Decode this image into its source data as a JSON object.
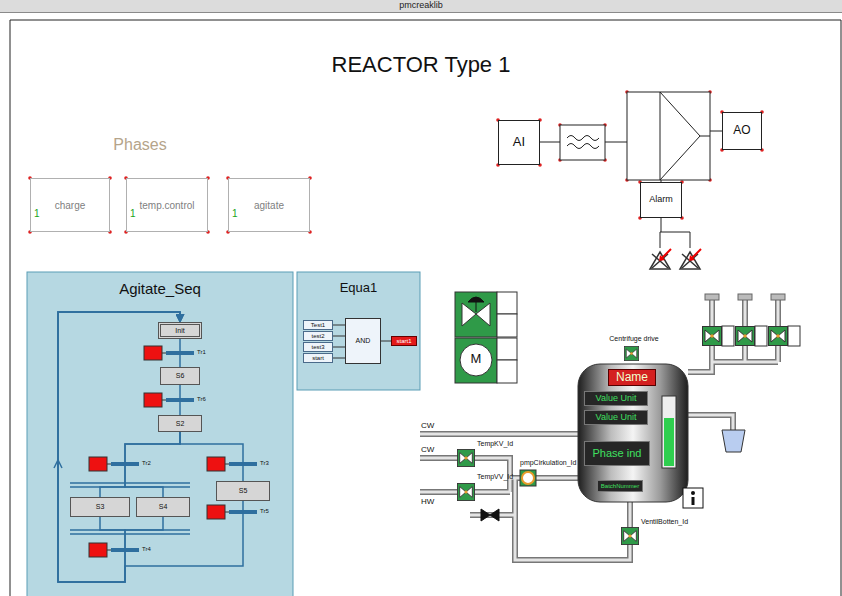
{
  "diagram": {
    "title": "REACTOR Type 1",
    "nodes": [
      {
        "text": [
          "pmcreaklib"
        ]
      },
      {
        "text": [
          "charge",
          "1"
        ]
      },
      {
        "text": [
          "temp.control",
          "1"
        ]
      },
      {
        "text": [
          "agitate",
          "1"
        ]
      },
      {
        "text": [
          "AI"
        ]
      },
      {
        "text": [
          "AO"
        ]
      },
      {
        "text": [
          "Alarm"
        ]
      },
      {
        "text": [
          "Agitate_Seq"
        ]
      },
      {
        "text": [
          "Init"
        ],
        "in": 7
      },
      {
        "text": [
          "S6"
        ],
        "in": 7
      },
      {
        "text": [
          "S2"
        ],
        "in": 7
      },
      {
        "text": [
          "S3"
        ],
        "in": 7
      },
      {
        "text": [
          "S4"
        ],
        "in": 7
      },
      {
        "text": [
          "S5"
        ],
        "in": 7
      },
      {
        "text": [
          "Equa1"
        ]
      },
      {
        "text": [
          "Test1"
        ],
        "in": 14
      },
      {
        "text": [
          "test2"
        ],
        "in": 14
      },
      {
        "text": [
          "test3"
        ],
        "in": 14
      },
      {
        "text": [
          "start"
        ],
        "in": 14
      },
      {
        "text": [
          "AND"
        ],
        "in": 14
      },
      {
        "text": [
          "start1"
        ],
        "in": 14
      },
      {
        "text": [
          "Name"
        ]
      },
      {
        "text": [
          "Value Unit"
        ]
      },
      {
        "text": [
          "Value Unit"
        ]
      },
      {
        "text": [
          "Phase ind"
        ]
      },
      {
        "text": [
          "BatchNummer"
        ]
      }
    ],
    "edges": [
      {
        "from": 8,
        "to": 9,
        "arrow": "none"
      },
      {
        "from": 9,
        "to": 10,
        "arrow": "none"
      },
      {
        "from": 10,
        "to": 11,
        "arrow": "none"
      },
      {
        "from": 10,
        "to": 12,
        "arrow": "none"
      },
      {
        "from": 10,
        "to": 13,
        "arrow": "none"
      },
      {
        "from": 11,
        "to": 8,
        "arrow": "to"
      },
      {
        "from": 12,
        "to": 8,
        "arrow": "to"
      },
      {
        "from": 13,
        "to": 8,
        "arrow": "to"
      },
      {
        "from": 15,
        "to": 19,
        "arrow": "none"
      },
      {
        "from": 16,
        "to": 19,
        "arrow": "none"
      },
      {
        "from": 17,
        "to": 19,
        "arrow": "none"
      },
      {
        "from": 18,
        "to": 19,
        "arrow": "none"
      },
      {
        "from": 19,
        "to": 20,
        "arrow": "none"
      }
    ],
    "labels": [
      "Phases",
      "Tr1",
      "Tr6",
      "Tr2",
      "Tr3",
      "Tr5",
      "Tr4",
      "M",
      "Centrifuge drive",
      "TempKV_Id",
      "CW",
      "pmpCirkulation_Id",
      "CW",
      "TempVV_Id",
      "HW",
      "VentilBotten_Id"
    ]
  }
}
